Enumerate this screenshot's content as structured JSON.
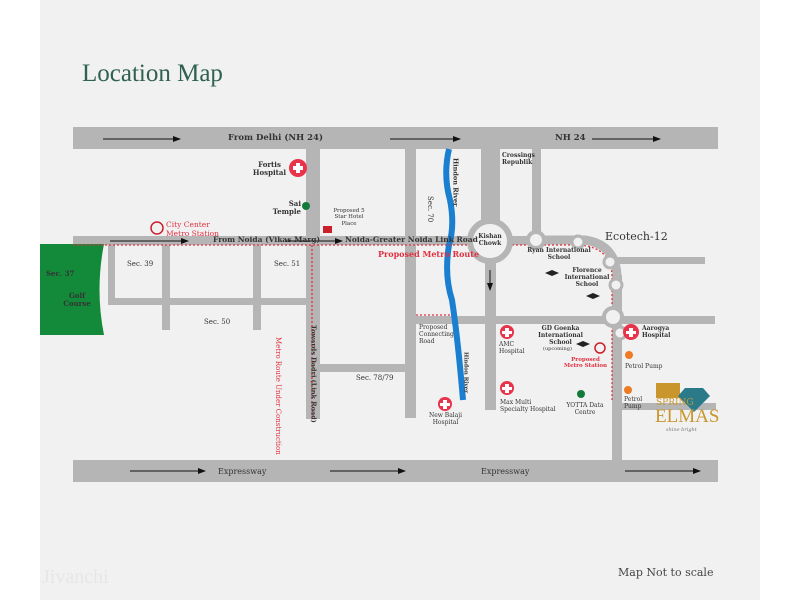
{
  "title": "Location Map",
  "roads": {
    "nh24_left": "From Delhi (NH 24)",
    "nh24_right": "NH 24",
    "vikas_marg": "From Noida (Vikas Marg)",
    "link_road": "Noida-Greater Noida Link Road",
    "expressway_left": "Expressway",
    "expressway_right": "Expressway",
    "dadri": "Towards Dadri (Link Road)",
    "proposed_connecting": "Proposed Connecting Road"
  },
  "sectors": {
    "s37": "Sec. 37",
    "golf": "Golf Course",
    "s39": "Sec. 39",
    "s51": "Sec. 51",
    "s50": "Sec. 50",
    "s70": "Sec. 70",
    "s78": "Sec. 78/79",
    "ecotech": "Ecotech-12"
  },
  "landmarks": {
    "fortis": "Fortis Hospital",
    "sai": "Sai Temple",
    "hotel": "Proposed 5 Star Hotel Place",
    "city_center": "City Center Metro Station",
    "proposed_metro_route": "Proposed Metro Route",
    "metro_uc": "Metro Route Under Construction",
    "hindon1": "Hindon River",
    "hindon2": "Hindon River",
    "crossings": "Crossings Republik",
    "kishan": "Kishan Chowk",
    "ryan": "Ryan International School",
    "florence": "Florence International School",
    "gd": "GD Goenka International School",
    "upcoming": "(upcoming)",
    "prop_station": "Proposed Metro Station",
    "aarogya": "Aarogya Hospital",
    "amc": "AMC Hospital",
    "max": "Max Multi Specialty Hospital",
    "yotta": "YOTTA Data Centre",
    "balaji": "New Balaji Hospital",
    "petrol1": "Petrol Pump",
    "petrol2": "Petrol Pump"
  },
  "brand": {
    "line1": "SPRING",
    "line2": "ELMAS",
    "tagline": "shine bright"
  },
  "footer": {
    "note": "Map Not to scale",
    "watermark": "Jivanchi"
  },
  "colors": {
    "road": "#b5b5b5",
    "river": "#1a7fd0",
    "golf": "#138a3a",
    "metro": "#e03040",
    "title": "#2f6150",
    "brand": "#c9962e"
  }
}
